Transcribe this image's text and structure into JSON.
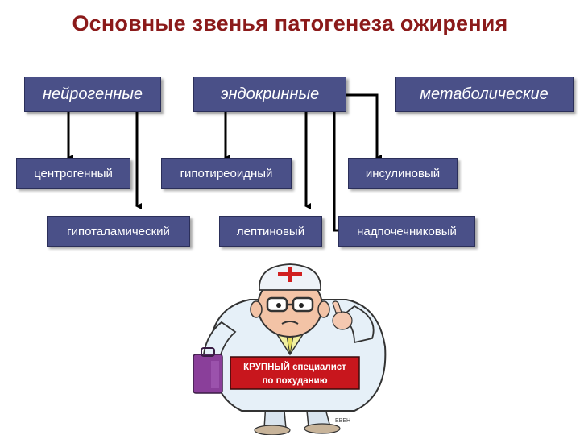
{
  "title": "Основные звенья патогенеза ожирения",
  "categories": {
    "neurogenic": "нейрогенные",
    "endocrine": "эндокринные",
    "metabolic": "метаболические"
  },
  "types": {
    "centrogenic": "центрогенный",
    "hypothyroid": "гипотиреоидный",
    "insulin": "инсулиновый",
    "hypothalamic": "гипоталамический",
    "leptin": "лептиновый",
    "adrenal": "надпочечниковый"
  },
  "cartoon": {
    "badge_line1": "КРУПНЫЙ специалист",
    "badge_line2": "по похуданию",
    "signature": "ЕВЕН"
  },
  "colors": {
    "title": "#8b1a1a",
    "box_fill": "#4a5088",
    "box_text": "#ffffff",
    "connector": "#000000"
  }
}
